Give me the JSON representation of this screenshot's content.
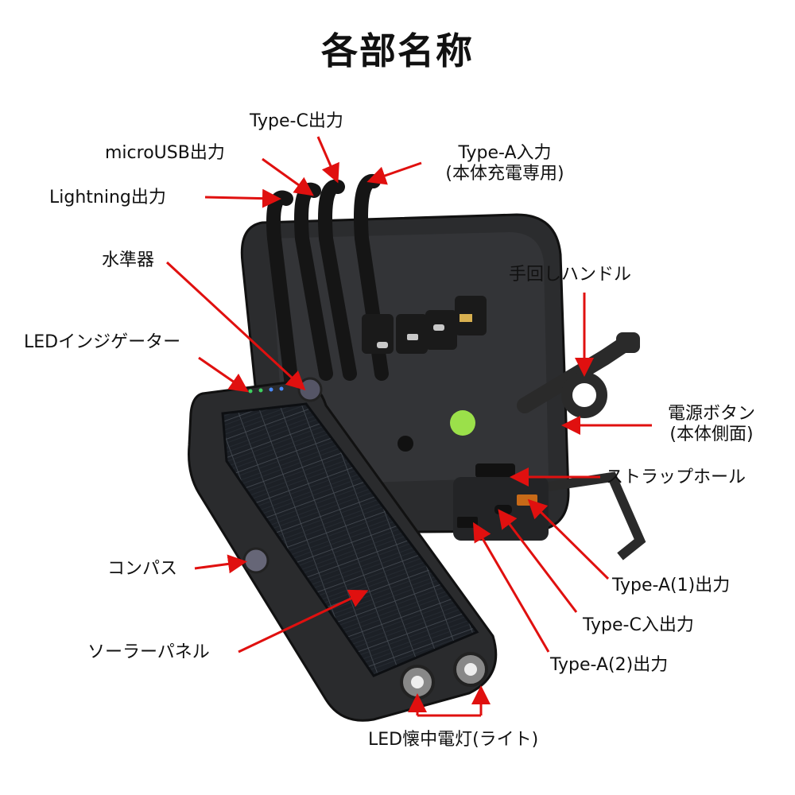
{
  "title": "各部名称",
  "colors": {
    "arrow": "#e0100f",
    "body": "#2b2c2e",
    "panel": "#1c2026",
    "level": "#9be04a"
  },
  "labels": {
    "type_c_out": "Type-C出力",
    "micro_usb_out": "microUSB出力",
    "type_a_in": "Type-A入力",
    "type_a_in_note": "(本体充電専用)",
    "lightning_out": "Lightning出力",
    "level": "水準器",
    "crank": "手回しハンドル",
    "led_indicator": "LEDインジゲーター",
    "power_button": "電源ボタン",
    "power_button_note": "(本体側面)",
    "strap_hole": "ストラップホール",
    "compass": "コンパス",
    "type_a1_out": "Type-A(1)出力",
    "type_c_io": "Type-C入出力",
    "solar_panel": "ソーラーパネル",
    "type_a2_out": "Type-A(2)出力",
    "led_light": "LED懐中電灯(ライト)"
  }
}
